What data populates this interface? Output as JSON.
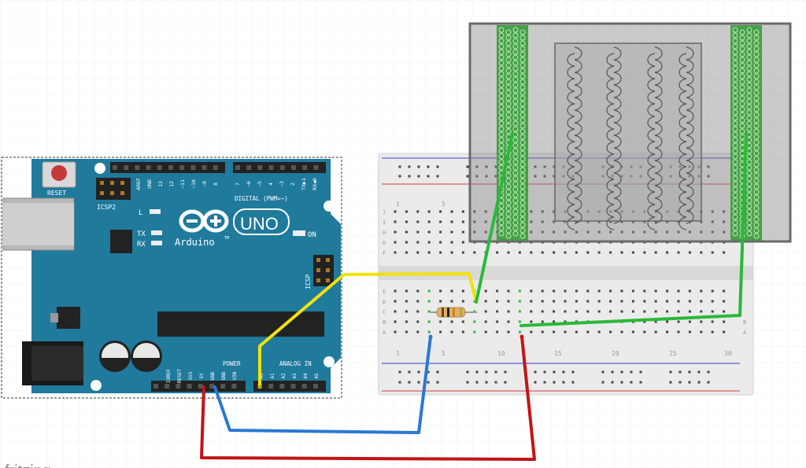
{
  "arduino": {
    "reset_label": "RESET",
    "icsp2_label": "ICSP2",
    "icsp_label": "ICSP",
    "digital_label": "DIGITAL (PWM=~)",
    "digital_pins": [
      "AREF",
      "GND",
      "13",
      "12",
      "~11",
      "~10",
      "~9",
      "8",
      "7",
      "~6",
      "~5",
      "4",
      "~3",
      "2",
      "TX▶1",
      "RX◀0"
    ],
    "led_l": "L",
    "led_tx": "TX",
    "led_rx": "RX",
    "on_label": "ON",
    "logo_text": "UNO",
    "brand": "Arduino",
    "trademark": "TM",
    "power_label": "POWER",
    "power_pins": [
      "IOREF",
      "RESET",
      "3V3",
      "5V",
      "GND",
      "GND",
      "VIN"
    ],
    "analog_label": "ANALOG IN",
    "analog_pins": [
      "A0",
      "A1",
      "A2",
      "A3",
      "A4",
      "A5"
    ]
  },
  "breadboard": {
    "column_numbers": [
      "1",
      "5",
      "10",
      "15",
      "20",
      "25",
      "30"
    ],
    "rows_top": [
      "J",
      "I",
      "H",
      "G",
      "F"
    ],
    "rows_bottom": [
      "E",
      "D",
      "C",
      "B",
      "A"
    ]
  },
  "colors": {
    "board": "#1f7a9c",
    "wire_yellow": "#f2e20b",
    "wire_green": "#2bb83a",
    "wire_blue": "#2a78d4",
    "wire_red": "#c41414",
    "sensor_strip": "#3b9a3b"
  },
  "partial_caption": "fritzing"
}
